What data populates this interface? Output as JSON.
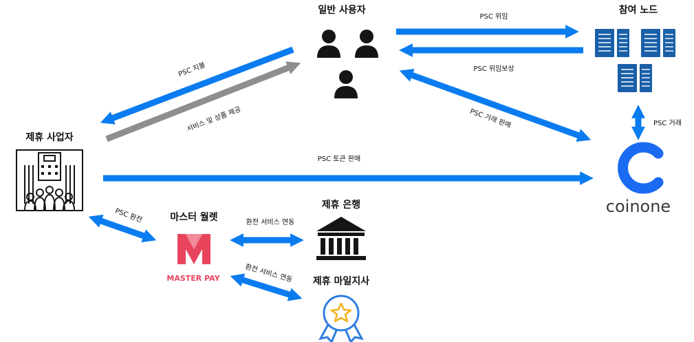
{
  "colors": {
    "arrow_blue": "#0a7cf0",
    "arrow_gray": "#8e8e8e",
    "icon_black": "#151515",
    "server_blue": "#1a5fa8",
    "coinone_blue": "#1b6bf2",
    "masterpay_red": "#e8455d",
    "badge_blue": "#2f7de0",
    "badge_star": "#f3b21a"
  },
  "nodes": {
    "general_users": {
      "title": "일반 사용자",
      "icon": "users-group-icon"
    },
    "participating_nodes": {
      "title": "참여 노드",
      "icon": "server-rack-icon"
    },
    "partner_business": {
      "title": "제휴 사업자",
      "icon": "office-building-icon"
    },
    "master_wallet": {
      "title": "마스터 월렛",
      "icon": "master-pay-logo",
      "logo_text": "MASTER PAY"
    },
    "partner_bank": {
      "title": "제휴 은행",
      "icon": "bank-icon"
    },
    "partner_mileage": {
      "title": "제휴 마일지사",
      "icon": "award-badge-icon"
    },
    "coinone": {
      "title": "",
      "icon": "coinone-logo",
      "logo_text": "coinone"
    }
  },
  "edges": {
    "psc_delegation": "PSC 위임",
    "psc_delegation_reward": "PSC 위임보상",
    "psc_payment": "PSC 지불",
    "service_goods": "서비스 및 상품 제공",
    "psc_trade_sale": "PSC 거래 판매",
    "psc_trade": "PSC 거래",
    "psc_token_sale": "PSC 토큰 판매",
    "psc_exchange": "PSC 환전",
    "exchange_service_bank": "환전 서비스 연동",
    "exchange_service_mileage": "환전 서비스 연동"
  }
}
